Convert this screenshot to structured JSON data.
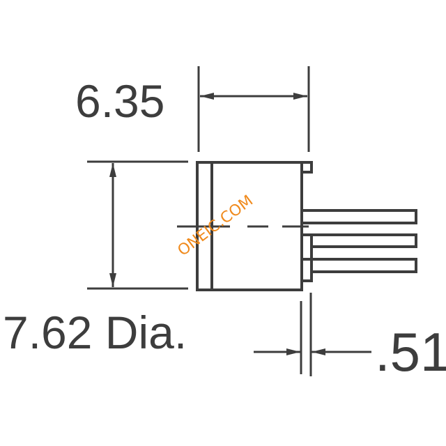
{
  "dimensions": {
    "width_label": "6.35",
    "diameter_label": "7.62 Dia.",
    "pin_label": ".51"
  },
  "watermark": "ONEIC.COM",
  "colors": {
    "line": "#3d3d3d",
    "watermark": "#f08a1c"
  }
}
